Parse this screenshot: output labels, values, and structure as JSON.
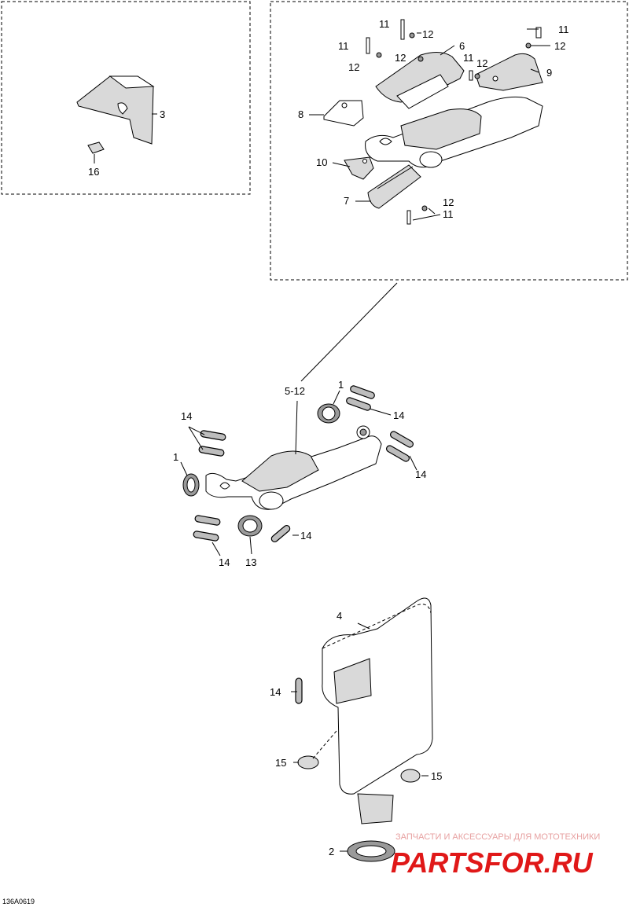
{
  "diagram": {
    "code": "136A0619",
    "callouts": {
      "c1a": "1",
      "c1b": "1",
      "c2": "2",
      "c3": "3",
      "c4": "4",
      "c5_12": "5-12",
      "c6": "6",
      "c7": "7",
      "c8": "8",
      "c9": "9",
      "c10": "10",
      "c11a": "11",
      "c11b": "11",
      "c11c": "11",
      "c11d": "11",
      "c12a": "12",
      "c12b": "12",
      "c12c": "12",
      "c12d": "12",
      "c12e": "12",
      "c13": "13",
      "c14a": "14",
      "c14b": "14",
      "c14c": "14",
      "c14d": "14",
      "c14e": "14",
      "c14f": "14",
      "c15a": "15",
      "c15b": "15",
      "c16": "16"
    }
  },
  "watermark": {
    "tagline": "ЗАПЧАСТИ И АКСЕССУАРЫ ДЛЯ МОТОТЕХНИКИ",
    "brand": "PARTSFOR.RU"
  },
  "colors": {
    "brand": "#e01818",
    "line": "#000000"
  }
}
